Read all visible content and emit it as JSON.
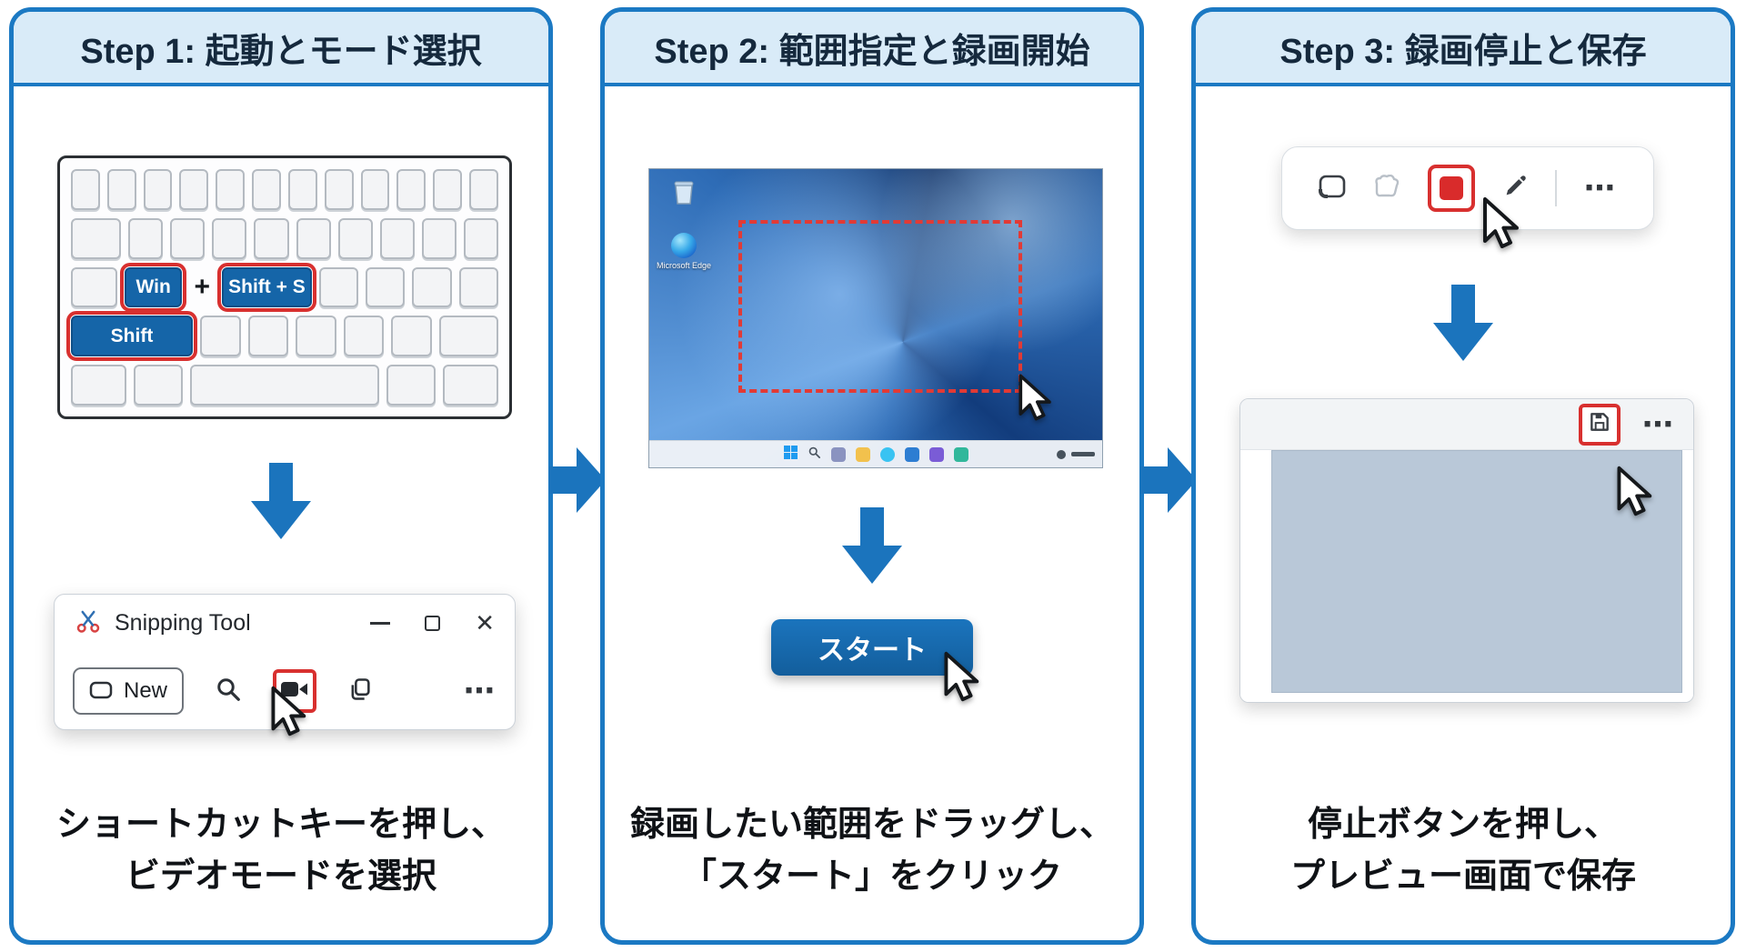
{
  "colors": {
    "accent_blue": "#1b74bd",
    "panel_border": "#1b79c3",
    "header_bg": "#d9ebf8",
    "highlight_red": "#d8302f",
    "key_blue": "#1565a8",
    "stop_red": "#d92b2b",
    "start_button_bg": "#1b74bd"
  },
  "glyphs": {
    "ellipsis": "⋯",
    "close": "✕",
    "plus": "+"
  },
  "panels": [
    {
      "title": "Step 1: 起動とモード選択",
      "keyboard": {
        "win_key": "Win",
        "plus": "+",
        "shift_s_key": "Shift + S",
        "shift_key": "Shift"
      },
      "snipping_tool": {
        "window_title": "Snipping Tool",
        "new_button": "New"
      },
      "caption": [
        "ショートカットキーを押し、",
        "ビデオモードを選択"
      ]
    },
    {
      "title": "Step 2: 範囲指定と録画開始",
      "desktop": {
        "edge_label": "Microsoft Edge"
      },
      "start_button": "スタート",
      "caption": [
        "録画したい範囲をドラッグし、",
        "「スタート」をクリック"
      ]
    },
    {
      "title": "Step 3: 録画停止と保存",
      "caption": [
        "停止ボタンを押し、",
        "プレビュー画面で保存"
      ]
    }
  ]
}
